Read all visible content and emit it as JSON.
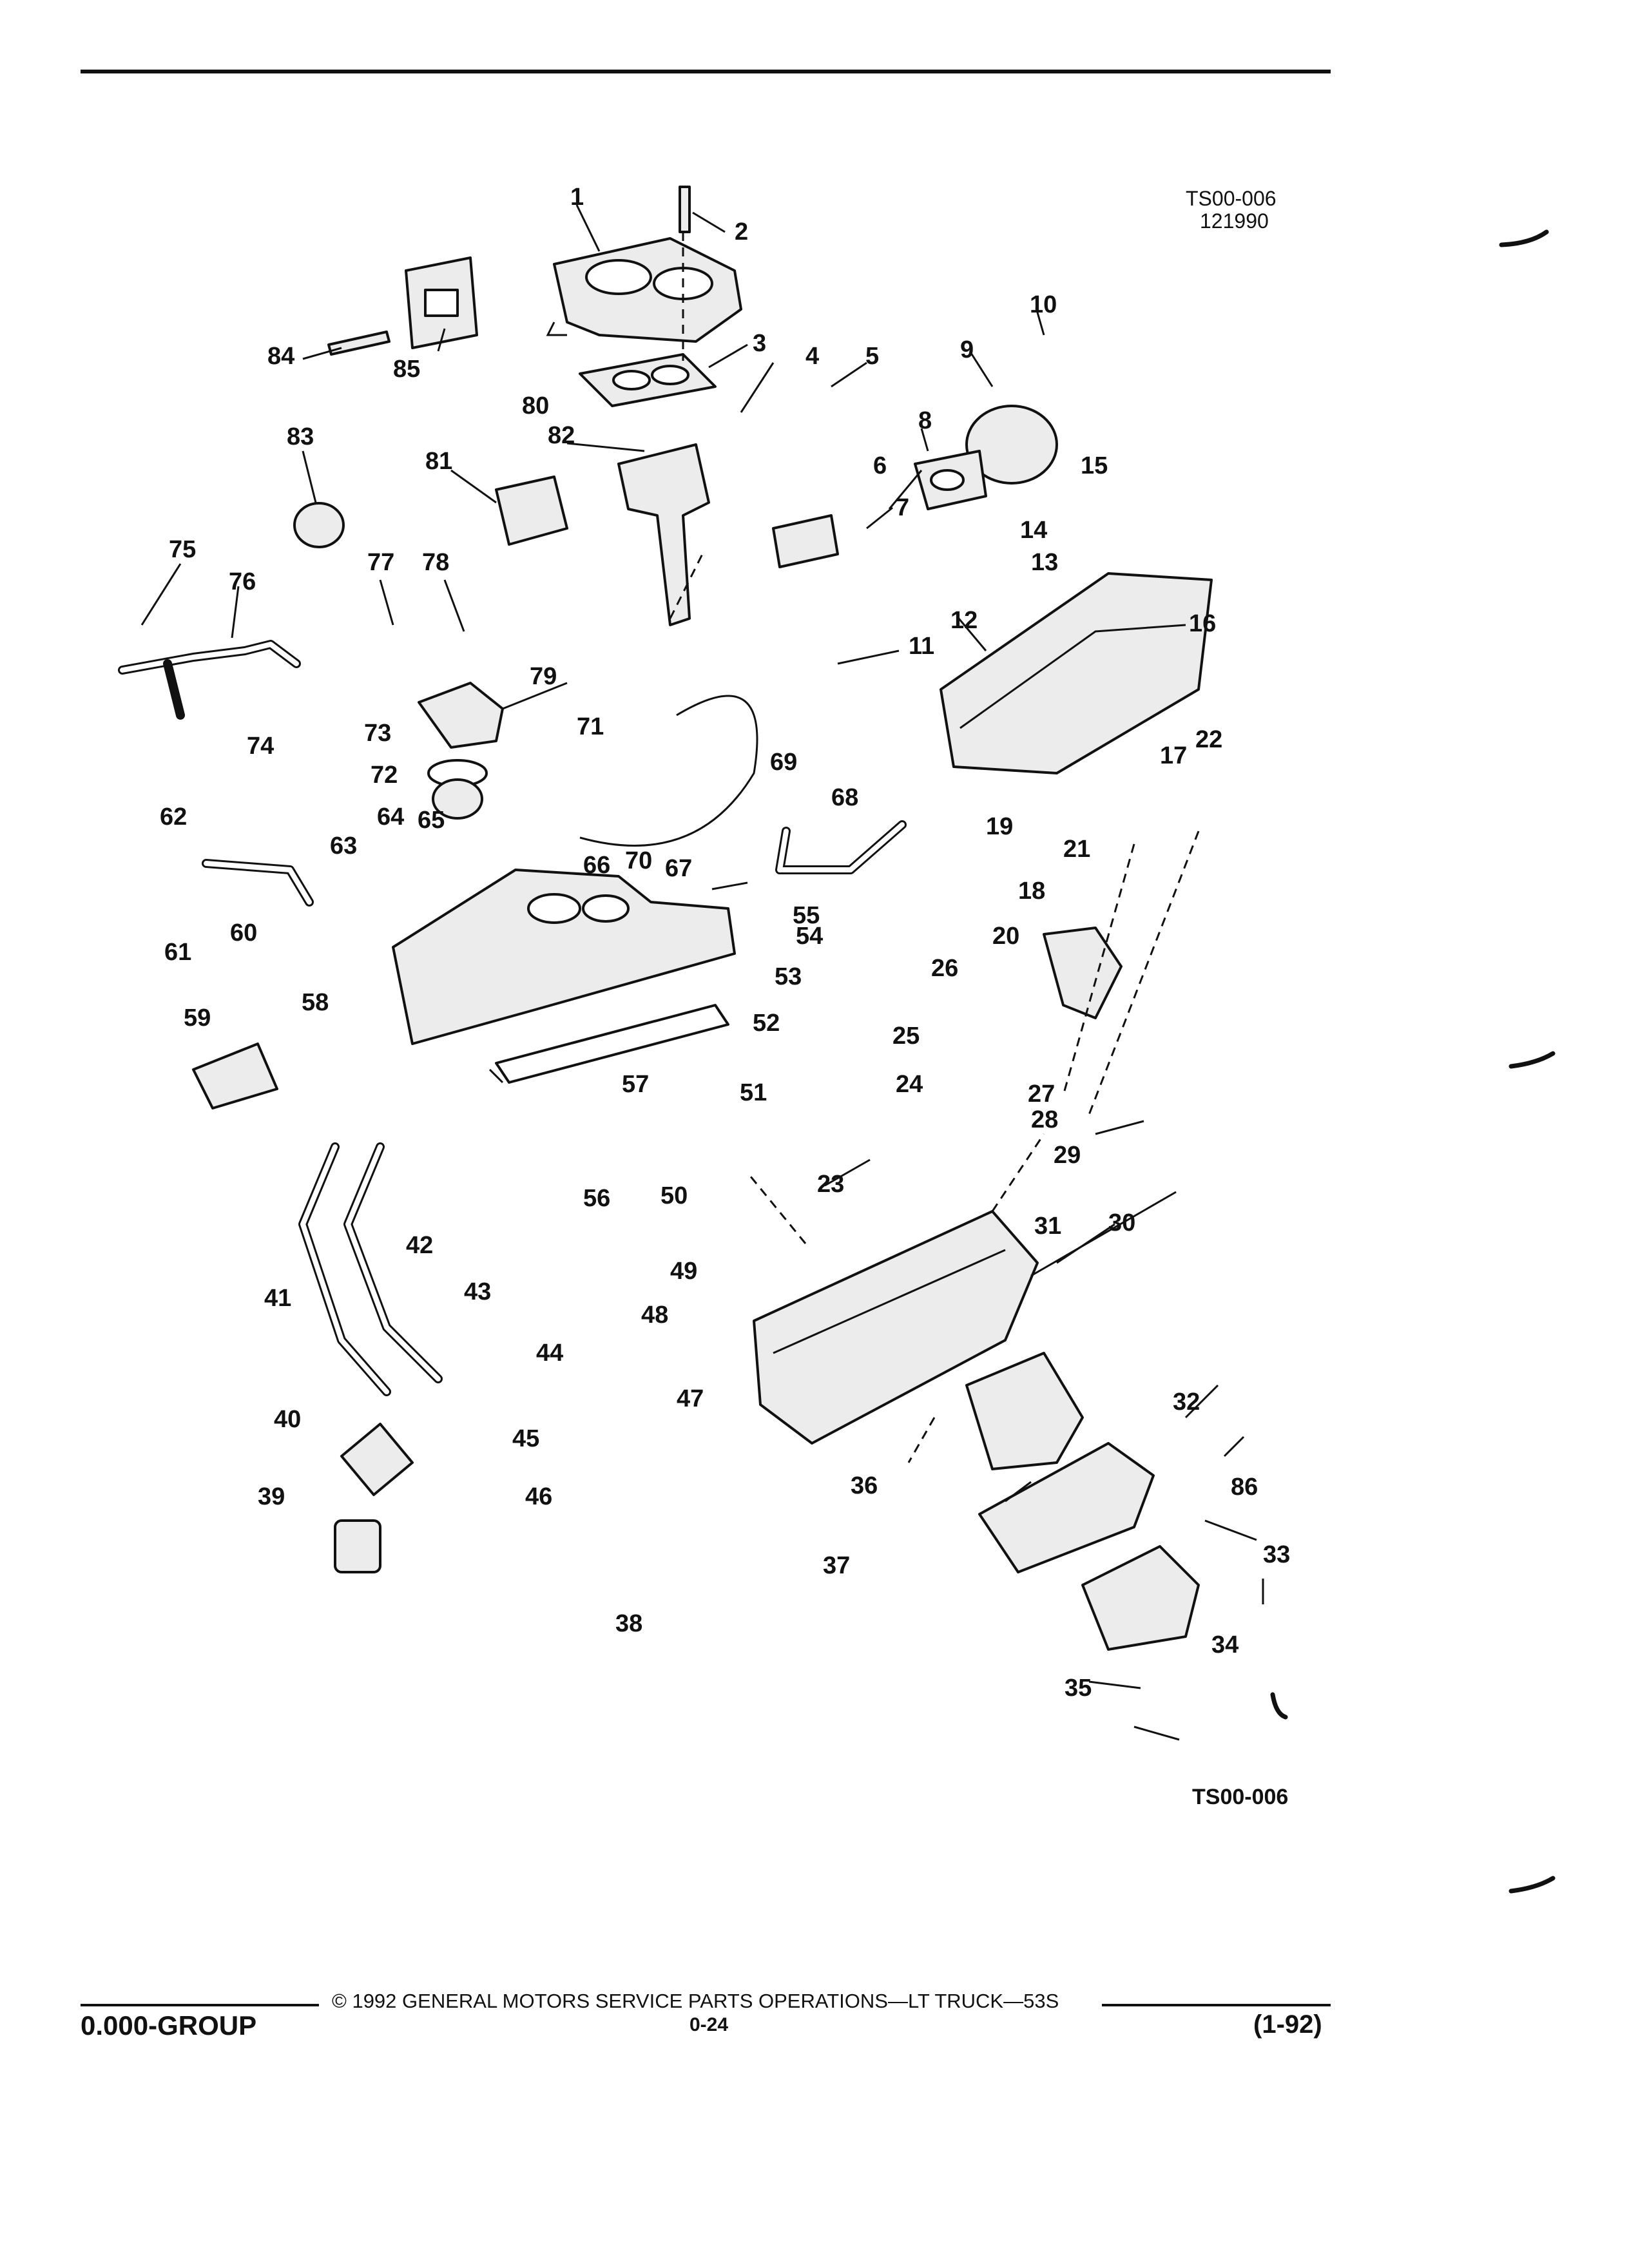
{
  "ref_codes": {
    "top_code": "TS00-006",
    "date_code": "121990",
    "bottom_code": "TS00-006"
  },
  "callouts": [
    "1",
    "2",
    "3",
    "4",
    "5",
    "6",
    "7",
    "8",
    "9",
    "10",
    "11",
    "12",
    "13",
    "14",
    "15",
    "16",
    "17",
    "18",
    "19",
    "20",
    "21",
    "22",
    "23",
    "24",
    "25",
    "26",
    "27",
    "28",
    "29",
    "30",
    "31",
    "32",
    "33",
    "34",
    "35",
    "36",
    "37",
    "38",
    "39",
    "40",
    "41",
    "42",
    "43",
    "44",
    "45",
    "46",
    "47",
    "48",
    "49",
    "50",
    "51",
    "52",
    "53",
    "54",
    "55",
    "56",
    "57",
    "58",
    "59",
    "60",
    "61",
    "62",
    "63",
    "64",
    "65",
    "66",
    "67",
    "68",
    "69",
    "70",
    "71",
    "72",
    "73",
    "74",
    "75",
    "76",
    "77",
    "78",
    "79",
    "80",
    "81",
    "82",
    "83",
    "84",
    "85",
    "86"
  ],
  "footer": {
    "group": "0.000-GROUP",
    "copyright": "© 1992 GENERAL MOTORS SERVICE PARTS OPERATIONS—LT TRUCK—53S",
    "page": "0-24",
    "revision": "(1-92)"
  }
}
